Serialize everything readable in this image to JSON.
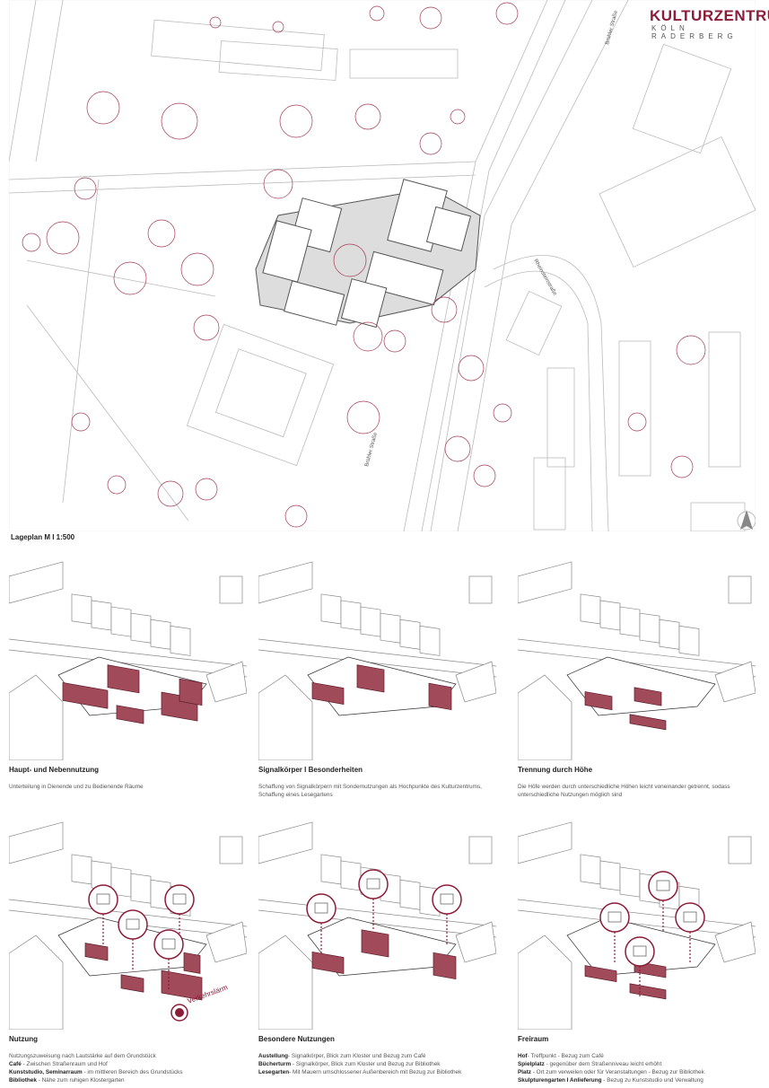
{
  "logo": {
    "title": "KULTURZENTRUM",
    "subtitle": "KÖLN RADERBERG"
  },
  "site_plan": {
    "label": "Lageplan M I 1:500",
    "streets": [
      "Brühler Straße",
      "Rheinsteinstraße",
      "Brühler Straße"
    ],
    "accent_color": "#8c1d3a"
  },
  "panels": [
    {
      "title": "Haupt- und Nebennutzung",
      "lines": [
        {
          "text": "Unterteilung in Dienende und zu Bedienende Räume"
        }
      ]
    },
    {
      "title": "Signalkörper I Besonderheiten",
      "lines": [
        {
          "text": "Schaffung von Signalkörpern mit Sondernutzungen als Hochpunkte des Kulturzentrums, Schaffung eines Lesegartens"
        }
      ]
    },
    {
      "title": "Trennung durch Höhe",
      "lines": [
        {
          "text": "Die Höfe werden durch unterschiedliche Höhen leicht voneinander getrennt, sodass unterschiedliche Nutzungen möglich sind"
        }
      ]
    },
    {
      "title": "Nutzung",
      "annotation": "Verkehrslärm",
      "lines": [
        {
          "bold": "",
          "text": "Nutzungszuweisung nach Lautstärke auf dem Grundstück"
        },
        {
          "bold": "Café",
          "text": " - Zwischen Straßenraum und Hof"
        },
        {
          "bold": "Kunststudio, Seminarraum",
          "text": " - im mittleren Bereich des Grundstücks"
        },
        {
          "bold": "Bibliothek",
          "text": " - Nähe zum ruhigen Klostergarten"
        }
      ]
    },
    {
      "title": "Besondere Nutzungen",
      "lines": [
        {
          "bold": "Austellung",
          "text": "- Signalkörper, Blick zum Kloster und Bezug zum Café"
        },
        {
          "bold": "Bücherturm",
          "text": " - Signalkörper, Blick zum Kloster und Bezug zur Bibliothek"
        },
        {
          "bold": "Lesegarten",
          "text": "- Mit Mauern umschlossener Außenbereich mit Bezug zur Bibliothek"
        }
      ]
    },
    {
      "title": "Freiraum",
      "lines": [
        {
          "bold": "Hof",
          "text": "- Treffpunkt - Bezug zum Café"
        },
        {
          "bold": "Spielplatz",
          "text": " - gegenüber dem Straßenniveau leicht erhöht"
        },
        {
          "bold": "Platz",
          "text": " - Ort zum verweilen oder für Veranstaltungen - Bezug zur Bibliothek"
        },
        {
          "bold": "Skulpturengarten I Anlieferung",
          "text": " - Bezug zu Kunststudio und Verwaltung"
        }
      ]
    }
  ]
}
